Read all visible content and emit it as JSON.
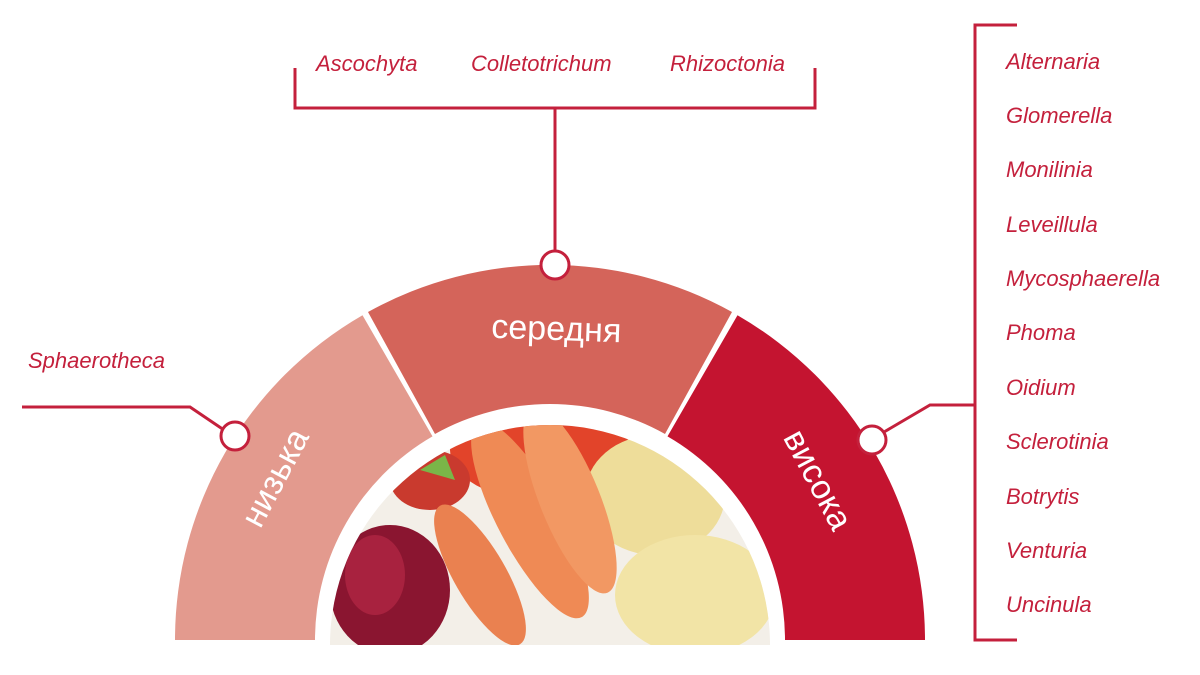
{
  "colors": {
    "low": "#e39a8e",
    "medium": "#d4645a",
    "high": "#c41430",
    "accent": "#c4203c"
  },
  "levels": {
    "low": "низька",
    "medium": "середня",
    "high": "висока"
  },
  "low_pathogens": [
    "Sphaerotheca"
  ],
  "medium_pathogens": [
    "Ascochyta",
    "Colletotrichum",
    "Rhizoctonia"
  ],
  "high_pathogens": [
    "Alternaria",
    "Glomerella",
    "Monilinia",
    "Leveillula",
    "Mycosphaerella",
    "Phoma",
    "Oidium",
    "Sclerotinia",
    "Botrytis",
    "Venturia",
    "Uncinula"
  ]
}
